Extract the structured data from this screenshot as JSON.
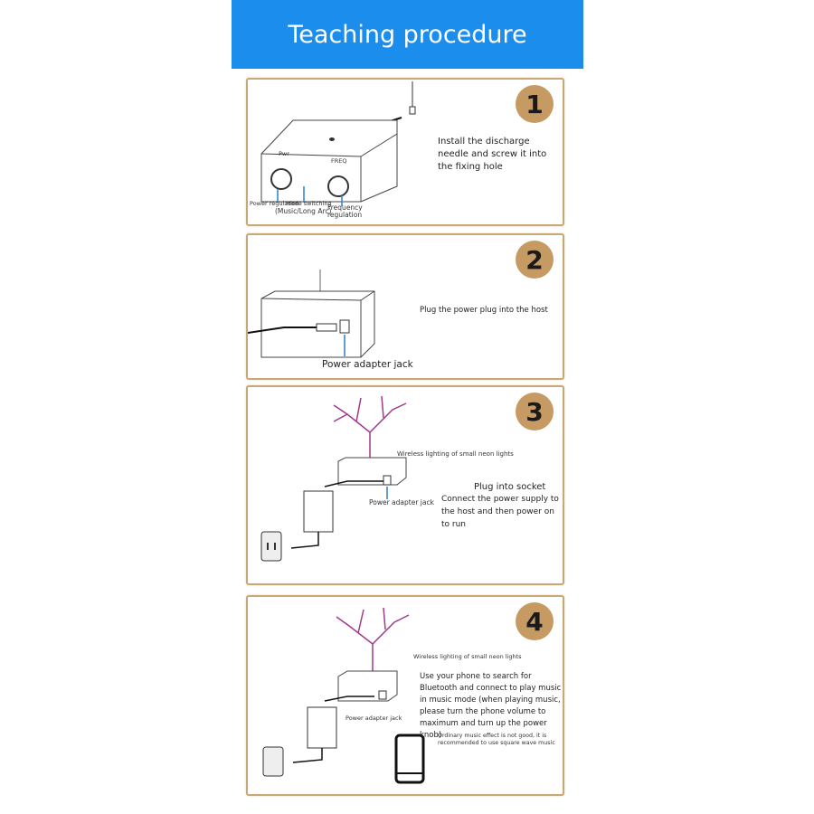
{
  "title": "Teaching procedure",
  "steps": [
    {
      "number": "1",
      "text": "Install the discharge needle and screw it into the fixing hole",
      "labels": {
        "pwr": "Pwr",
        "freq": "FREQ",
        "power": "Power regulation",
        "mode": "Mode switching",
        "mode2": "(Music/Long Arc)",
        "frequency": "Frequency regulation"
      }
    },
    {
      "number": "2",
      "text": "Plug the power plug into the host",
      "jack": "Power adapter jack"
    },
    {
      "number": "3",
      "neon": "Wireless lighting of small neon lights",
      "heading": "Plug into socket",
      "text": "Connect the power supply to the host and then power on to run",
      "jack": "Power adapter jack"
    },
    {
      "number": "4",
      "neon": "Wireless lighting of small neon lights",
      "text": "Use your phone to search for Bluetooth and connect to play music in music mode (when playing music, please turn the phone volume to maximum and turn up the power knob)",
      "note": "Ordinary music effect is not good, it is recommended to use square wave music",
      "jack": "Power adapter jack"
    }
  ]
}
